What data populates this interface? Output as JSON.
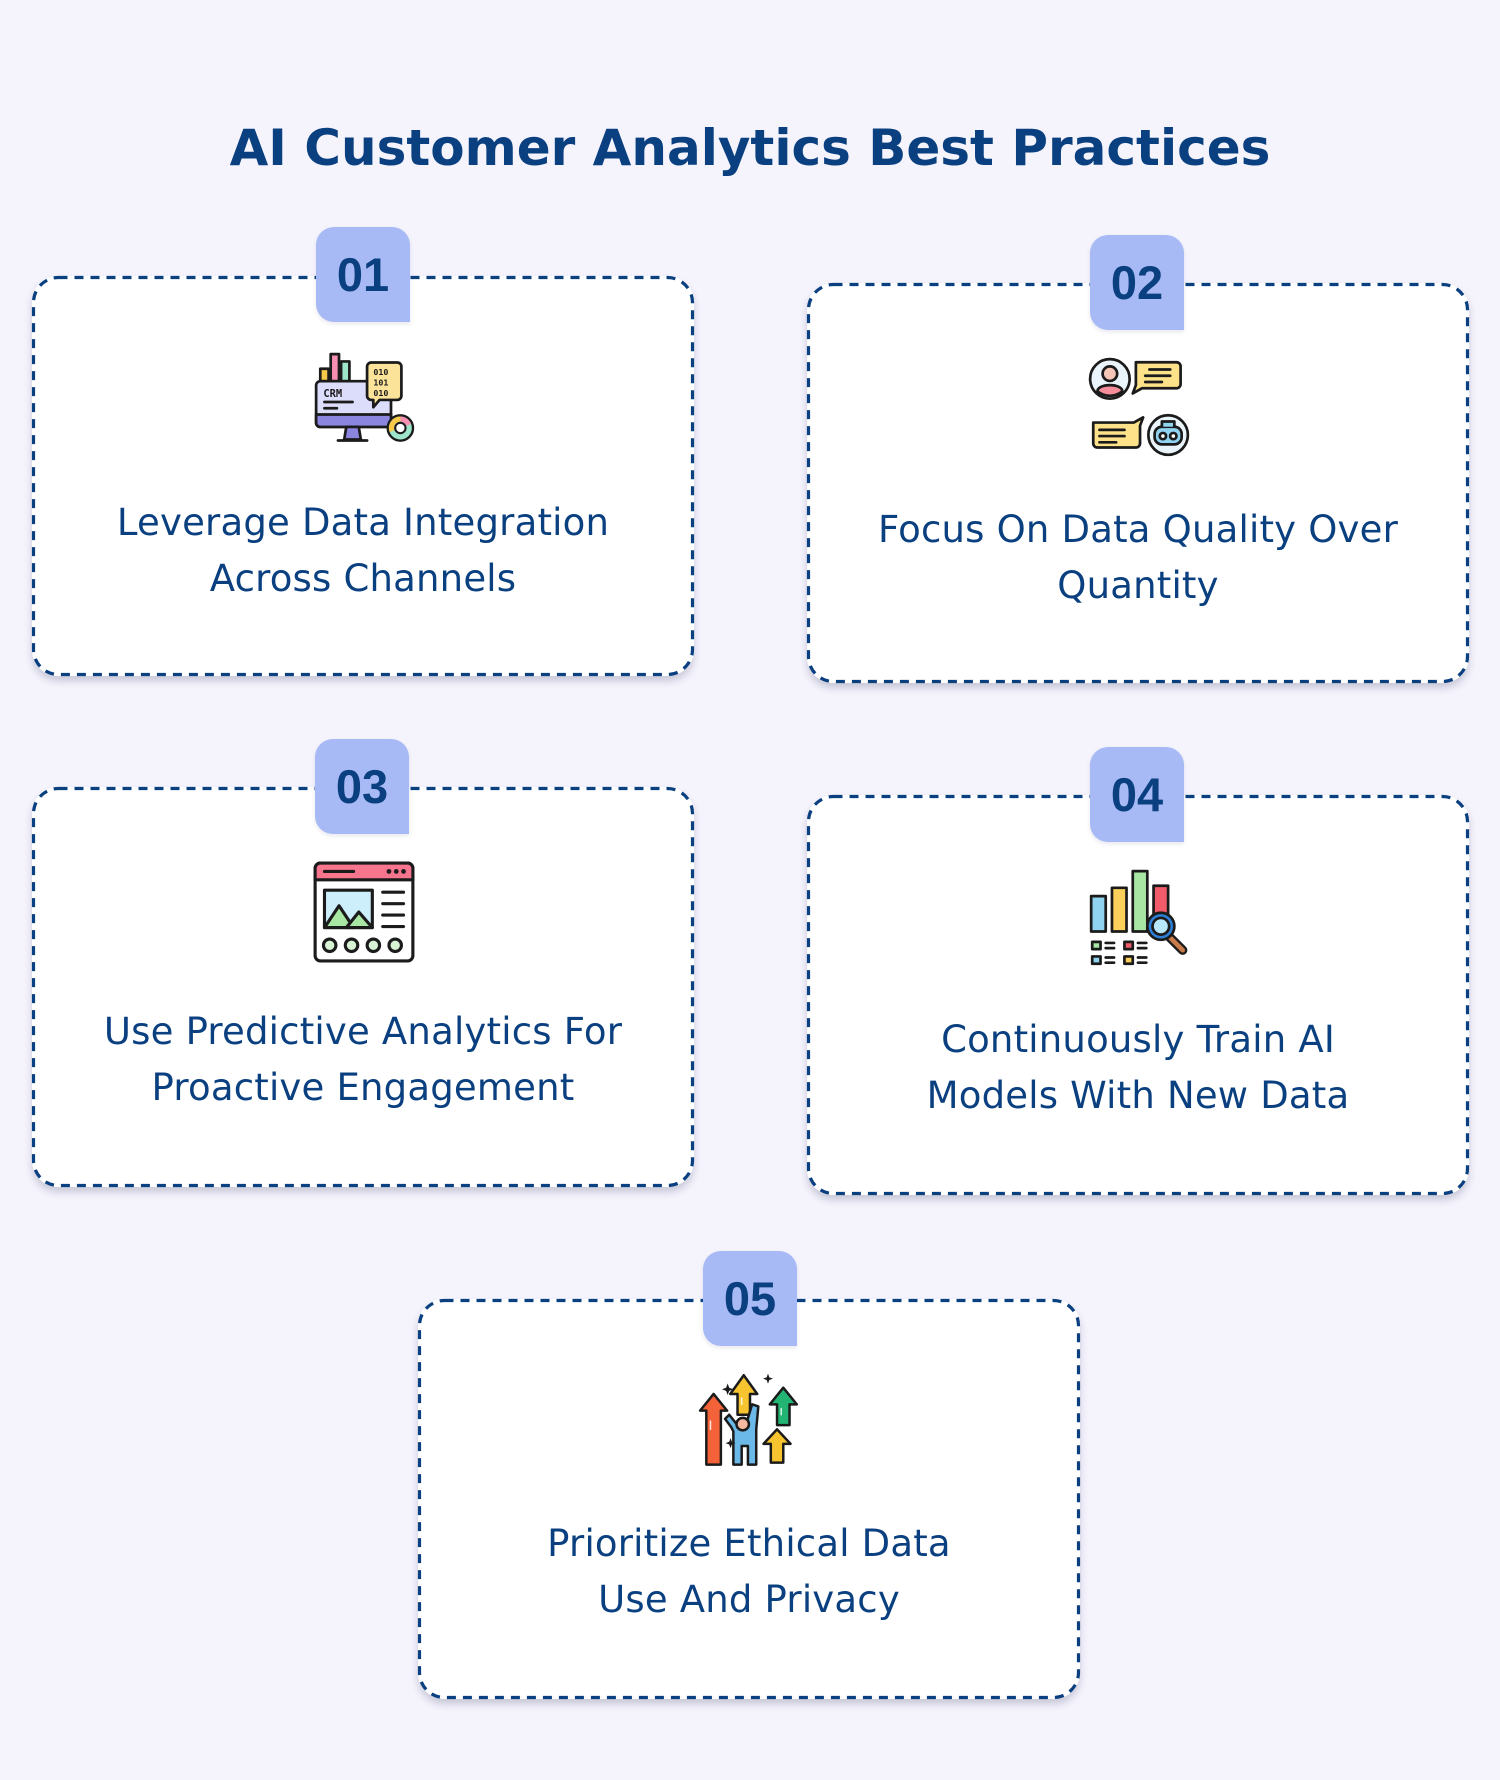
{
  "page": {
    "title": "AI Customer Analytics Best Practices"
  },
  "colors": {
    "background": "#f5f4fd",
    "primary_text": "#0b4080",
    "badge_fill": "#a8baf5",
    "card_fill": "#ffffff",
    "dashed_border": "#0b4080"
  },
  "cards": [
    {
      "number": "01",
      "icon": "crm-data-integration-icon",
      "line1": "Leverage Data Integration",
      "line2": "Across Channels"
    },
    {
      "number": "02",
      "icon": "chat-user-robot-icon",
      "line1": "Focus On Data Quality Over",
      "line2": "Quantity"
    },
    {
      "number": "03",
      "icon": "browser-dashboard-icon",
      "line1": "Use Predictive Analytics For",
      "line2": "Proactive Engagement"
    },
    {
      "number": "04",
      "icon": "bar-chart-magnifier-icon",
      "line1": "Continuously Train AI",
      "line2": "Models With New Data"
    },
    {
      "number": "05",
      "icon": "growth-arrows-person-icon",
      "line1": "Prioritize Ethical Data",
      "line2": "Use And Privacy"
    }
  ]
}
